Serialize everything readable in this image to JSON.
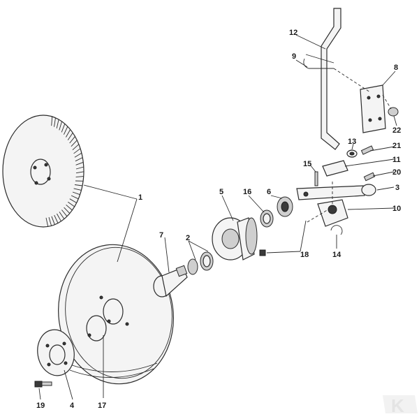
{
  "diagram": {
    "callouts": {
      "c1": "1",
      "c2": "2",
      "c3": "3",
      "c4": "4",
      "c5": "5",
      "c6": "6",
      "c7": "7",
      "c8": "8",
      "c9": "9",
      "c10": "10",
      "c11": "11",
      "c12": "12",
      "c13": "13",
      "c14": "14",
      "c15": "15",
      "c16": "16",
      "c17": "17",
      "c18": "18",
      "c19": "19",
      "c20": "20",
      "c21": "21",
      "c22": "22"
    },
    "watermark": "K"
  },
  "colors": {
    "line": "#2b2b2b",
    "fill": "#f4f4f4",
    "shade": "#cfcfcf",
    "watermark": "#e4e4e4"
  }
}
